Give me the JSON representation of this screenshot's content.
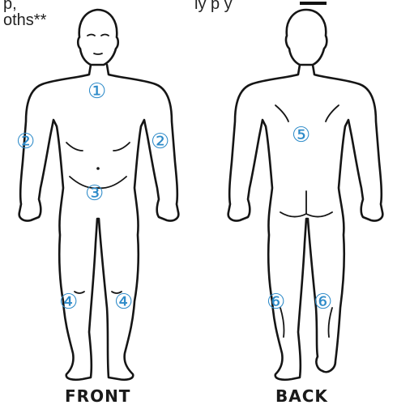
{
  "header": {
    "text_left": "p, ",
    "text_right": "ly     p     y",
    "text_line2": "oths**"
  },
  "figures": {
    "front_label": "FRONT",
    "back_label": "BACK"
  },
  "markers": {
    "m1": "①",
    "m2_left": "②",
    "m2_right": "②",
    "m3": "③",
    "m4_left": "④",
    "m4_right": "④",
    "m5": "⑤",
    "m6_left": "⑥",
    "m6_right": "⑥"
  },
  "colors": {
    "marker": "#2e8bc9",
    "outline": "#151515",
    "background": "#ffffff"
  }
}
